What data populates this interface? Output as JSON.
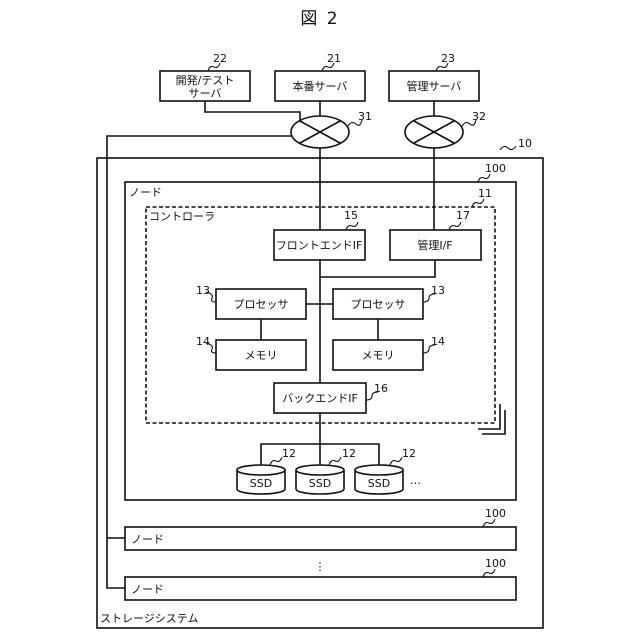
{
  "figure": {
    "title": "図 2"
  },
  "servers": {
    "dev_test": {
      "line1": "開発/テスト",
      "line2": "サーバ",
      "ref": "22"
    },
    "production": {
      "label": "本番サーバ",
      "ref": "21"
    },
    "management": {
      "label": "管理サーバ",
      "ref": "23"
    }
  },
  "switches": {
    "sw1": {
      "ref": "31"
    },
    "sw2": {
      "ref": "32"
    }
  },
  "storage_system": {
    "label": "ストレージシステム",
    "ref": "10",
    "nodes": [
      {
        "label": "ノード",
        "ref": "100",
        "controller": {
          "label": "コントローラ",
          "ref": "11",
          "frontend_if": {
            "label": "フロントエンドIF",
            "ref": "15"
          },
          "management_if": {
            "label": "管理I/F",
            "ref": "17"
          },
          "processors": [
            {
              "label": "プロセッサ",
              "ref": "13"
            },
            {
              "label": "プロセッサ",
              "ref": "13"
            }
          ],
          "memories": [
            {
              "label": "メモリ",
              "ref": "14"
            },
            {
              "label": "メモリ",
              "ref": "14"
            }
          ],
          "backend_if": {
            "label": "バックエンドIF",
            "ref": "16"
          }
        },
        "drives": [
          {
            "label": "SSD",
            "ref": "12"
          },
          {
            "label": "SSD",
            "ref": "12"
          },
          {
            "label": "SSD",
            "ref": "12"
          }
        ],
        "drives_more": "…"
      },
      {
        "label": "ノード",
        "ref": "100"
      },
      {
        "label": "ノード",
        "ref": "100"
      }
    ],
    "nodes_more": "⋮"
  }
}
